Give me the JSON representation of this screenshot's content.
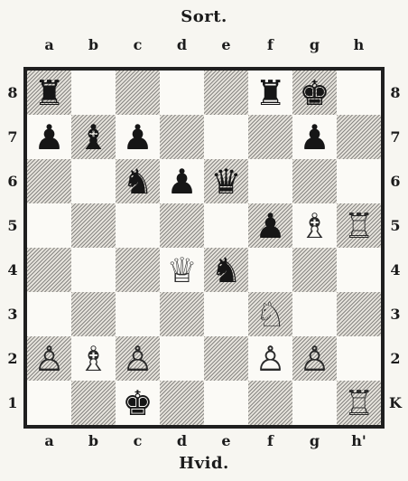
{
  "labels": {
    "top": "Sort.",
    "bottom": "Hvid."
  },
  "files": [
    "a",
    "b",
    "c",
    "d",
    "e",
    "f",
    "g",
    "h"
  ],
  "files_bottom": [
    "a",
    "b",
    "c",
    "d",
    "e",
    "f",
    "g",
    "h'"
  ],
  "ranks": [
    "8",
    "7",
    "6",
    "5",
    "4",
    "3",
    "2",
    "1"
  ],
  "ranks_right": [
    "8",
    "7",
    "6",
    "5",
    "4",
    "3",
    "2",
    "K"
  ],
  "pieces": [
    {
      "square": "a8",
      "type": "rook",
      "color": "black",
      "glyph": "♜"
    },
    {
      "square": "f8",
      "type": "rook",
      "color": "black",
      "glyph": "♜"
    },
    {
      "square": "g8",
      "type": "king",
      "color": "black",
      "glyph": "♚"
    },
    {
      "square": "a7",
      "type": "pawn",
      "color": "black",
      "glyph": "♟"
    },
    {
      "square": "b7",
      "type": "bishop",
      "color": "black",
      "glyph": "♝"
    },
    {
      "square": "c7",
      "type": "pawn",
      "color": "black",
      "glyph": "♟"
    },
    {
      "square": "g7",
      "type": "pawn",
      "color": "black",
      "glyph": "♟"
    },
    {
      "square": "c6",
      "type": "knight",
      "color": "black",
      "glyph": "♞"
    },
    {
      "square": "d6",
      "type": "pawn",
      "color": "black",
      "glyph": "♟"
    },
    {
      "square": "e6",
      "type": "queen",
      "color": "black",
      "glyph": "♛"
    },
    {
      "square": "f5",
      "type": "pawn",
      "color": "black",
      "glyph": "♟"
    },
    {
      "square": "g5",
      "type": "bishop",
      "color": "white",
      "glyph": "♗"
    },
    {
      "square": "h5",
      "type": "rook",
      "color": "white",
      "glyph": "♖"
    },
    {
      "square": "d4",
      "type": "queen",
      "color": "white",
      "glyph": "♕"
    },
    {
      "square": "e4",
      "type": "knight",
      "color": "black",
      "glyph": "♞"
    },
    {
      "square": "f3",
      "type": "knight",
      "color": "white",
      "glyph": "♘"
    },
    {
      "square": "a2",
      "type": "pawn",
      "color": "white",
      "glyph": "♙"
    },
    {
      "square": "b2",
      "type": "bishop",
      "color": "white",
      "glyph": "♗"
    },
    {
      "square": "c2",
      "type": "pawn",
      "color": "white",
      "glyph": "♙"
    },
    {
      "square": "f2",
      "type": "pawn",
      "color": "white",
      "glyph": "♙"
    },
    {
      "square": "g2",
      "type": "pawn",
      "color": "white",
      "glyph": "♙"
    },
    {
      "square": "c1",
      "type": "king",
      "color": "black",
      "glyph": "♚"
    },
    {
      "square": "h1",
      "type": "rook",
      "color": "white",
      "glyph": "♖"
    }
  ],
  "colors": {
    "light_square": "#fbfaf6",
    "dark_square_hatch": "#3c3c3c",
    "frame": "#1f1f1f"
  }
}
